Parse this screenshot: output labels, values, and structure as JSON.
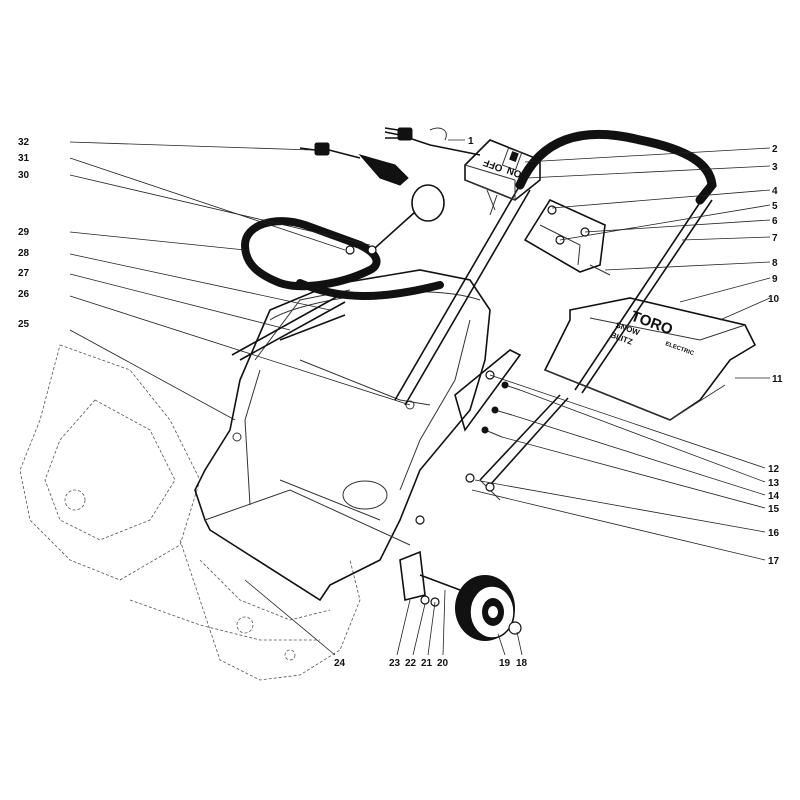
{
  "callouts": [
    {
      "id": "1",
      "label": "1"
    },
    {
      "id": "2",
      "label": "2"
    },
    {
      "id": "3",
      "label": "3"
    },
    {
      "id": "4",
      "label": "4"
    },
    {
      "id": "5",
      "label": "5"
    },
    {
      "id": "6",
      "label": "6"
    },
    {
      "id": "7",
      "label": "7"
    },
    {
      "id": "8",
      "label": "8"
    },
    {
      "id": "9",
      "label": "9"
    },
    {
      "id": "10",
      "label": "10"
    },
    {
      "id": "11",
      "label": "11"
    },
    {
      "id": "12",
      "label": "12"
    },
    {
      "id": "13",
      "label": "13"
    },
    {
      "id": "14",
      "label": "14"
    },
    {
      "id": "15",
      "label": "15"
    },
    {
      "id": "16",
      "label": "16"
    },
    {
      "id": "17",
      "label": "17"
    },
    {
      "id": "18",
      "label": "18"
    },
    {
      "id": "19",
      "label": "19"
    },
    {
      "id": "20",
      "label": "20"
    },
    {
      "id": "21",
      "label": "21"
    },
    {
      "id": "22",
      "label": "22"
    },
    {
      "id": "23",
      "label": "23"
    },
    {
      "id": "24",
      "label": "24"
    },
    {
      "id": "25",
      "label": "25"
    },
    {
      "id": "26",
      "label": "26"
    },
    {
      "id": "27",
      "label": "27"
    },
    {
      "id": "28",
      "label": "28"
    },
    {
      "id": "29",
      "label": "29"
    },
    {
      "id": "30",
      "label": "30"
    },
    {
      "id": "31",
      "label": "31"
    },
    {
      "id": "32",
      "label": "32"
    }
  ],
  "switch_box": {
    "on_label": "ON",
    "off_label": "OFF"
  },
  "hood_logo": {
    "brand": "TORO",
    "line1": "SNOW",
    "line2": "BLITZ",
    "line3": "ELECTRIC"
  }
}
